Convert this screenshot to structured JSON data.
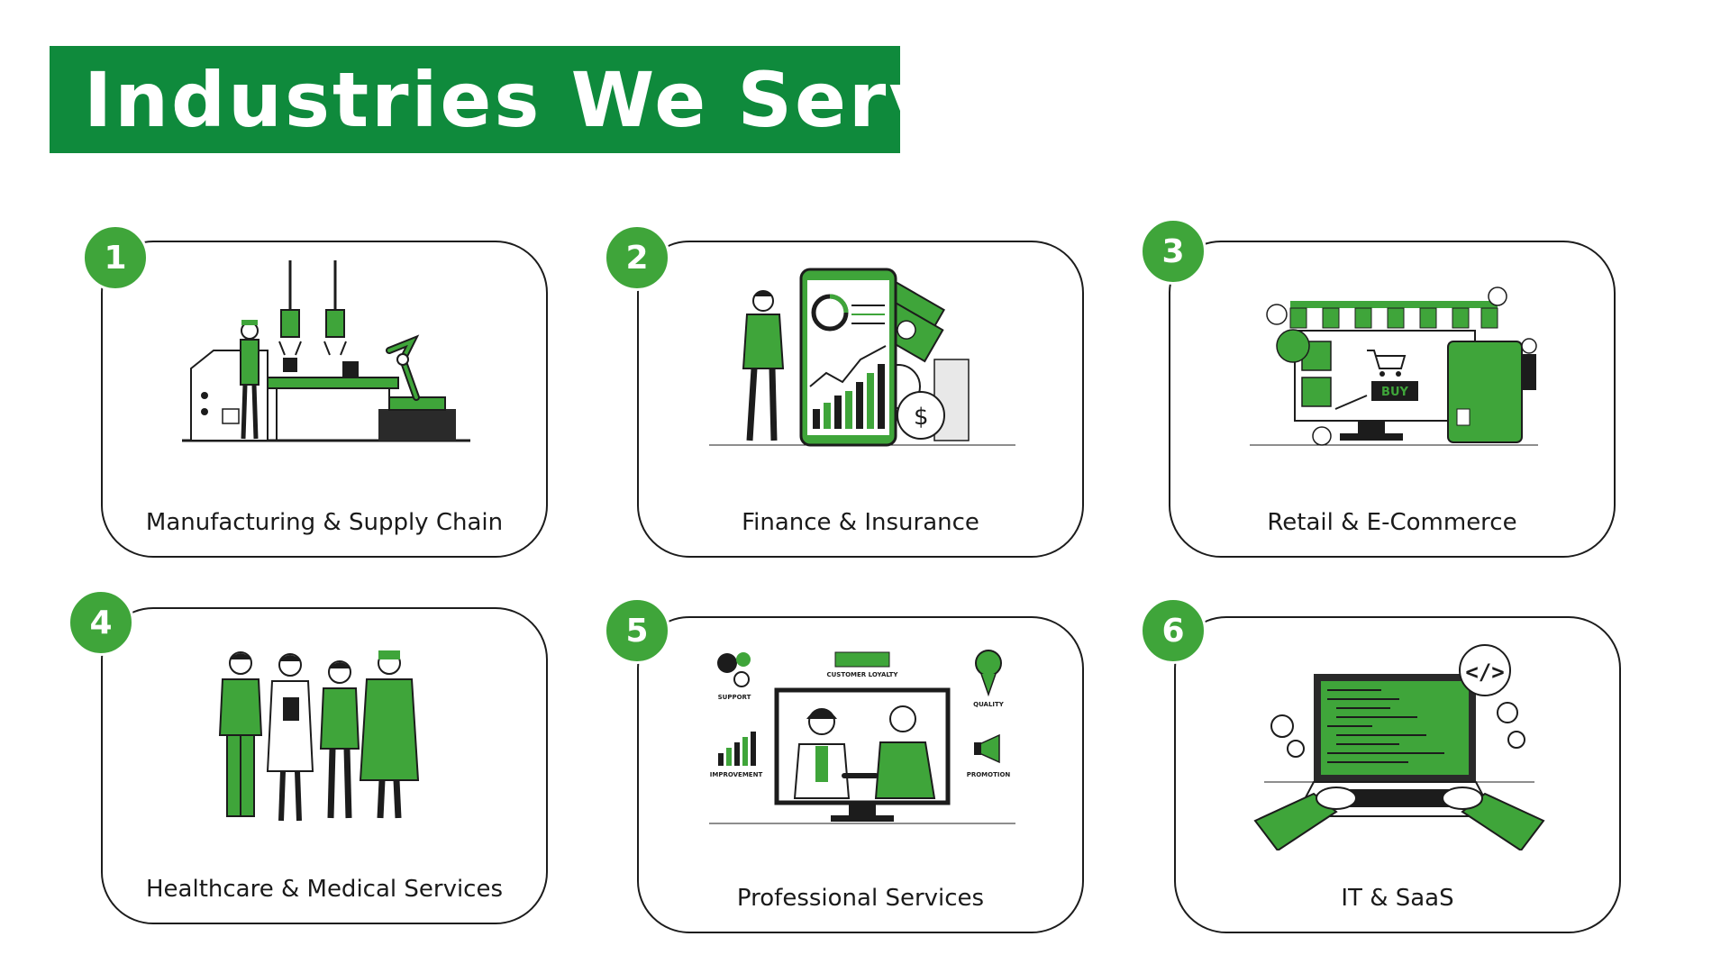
{
  "title": "Industries We Serve",
  "colors": {
    "banner": "#0f8a3c",
    "accent": "#3fa53a",
    "ink": "#1c1c1c"
  },
  "cards": [
    {
      "number": "1",
      "label": "Manufacturing & Supply Chain",
      "icon": "factory-robot-arm-icon"
    },
    {
      "number": "2",
      "label": "Finance & Insurance",
      "icon": "phone-chart-money-icon"
    },
    {
      "number": "3",
      "label": "Retail & E-Commerce",
      "icon": "online-store-icon"
    },
    {
      "number": "4",
      "label": "Healthcare & Medical Services",
      "icon": "medical-staff-icon"
    },
    {
      "number": "5",
      "label": "Professional Services",
      "icon": "business-handshake-icon",
      "tags": [
        "CUSTOMER LOYALTY",
        "SUPPORT",
        "QUALITY",
        "IMPROVEMENT",
        "PROMOTION"
      ]
    },
    {
      "number": "6",
      "label": "IT & SaaS",
      "icon": "laptop-code-icon"
    }
  ],
  "retail_button": "BUY"
}
